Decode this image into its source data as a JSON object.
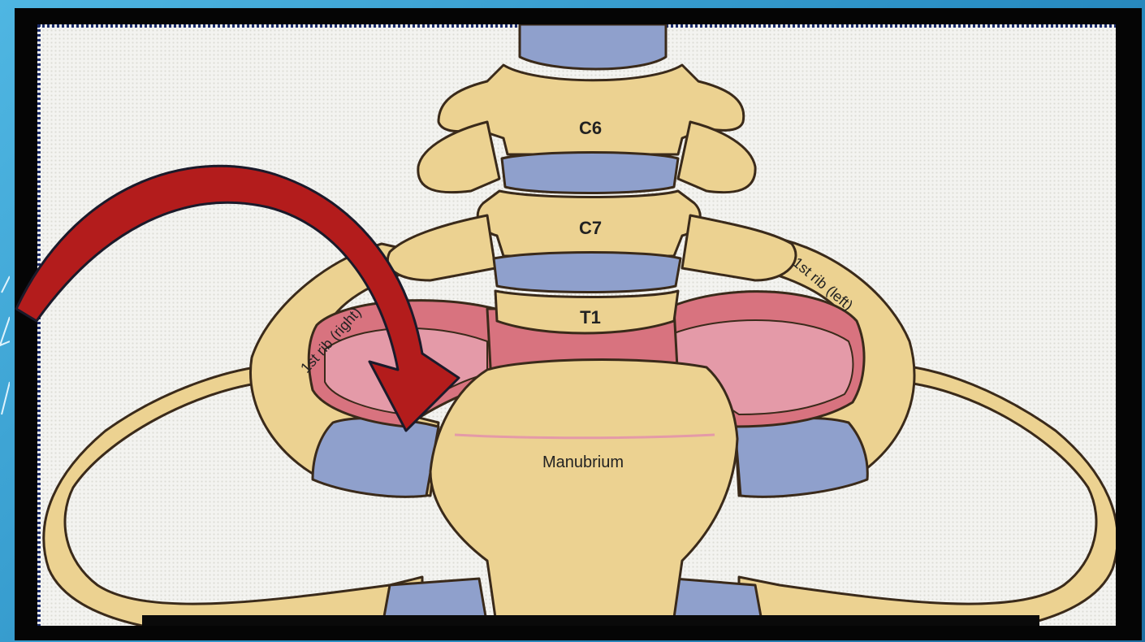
{
  "labels": {
    "c6": "C6",
    "c7": "C7",
    "t1": "T1",
    "manubrium": "Manubrium",
    "rib_right": "1st rib (right)",
    "rib_left": "1st rib (left)"
  },
  "colors": {
    "bone": "#ecd291",
    "bone_shadow": "#d9b96a",
    "disc": "#8fa0cc",
    "pleura": "#d8737f",
    "pleura_light": "#e49aa8",
    "arrow": "#b31c1c",
    "outline": "#3a2a1a"
  }
}
